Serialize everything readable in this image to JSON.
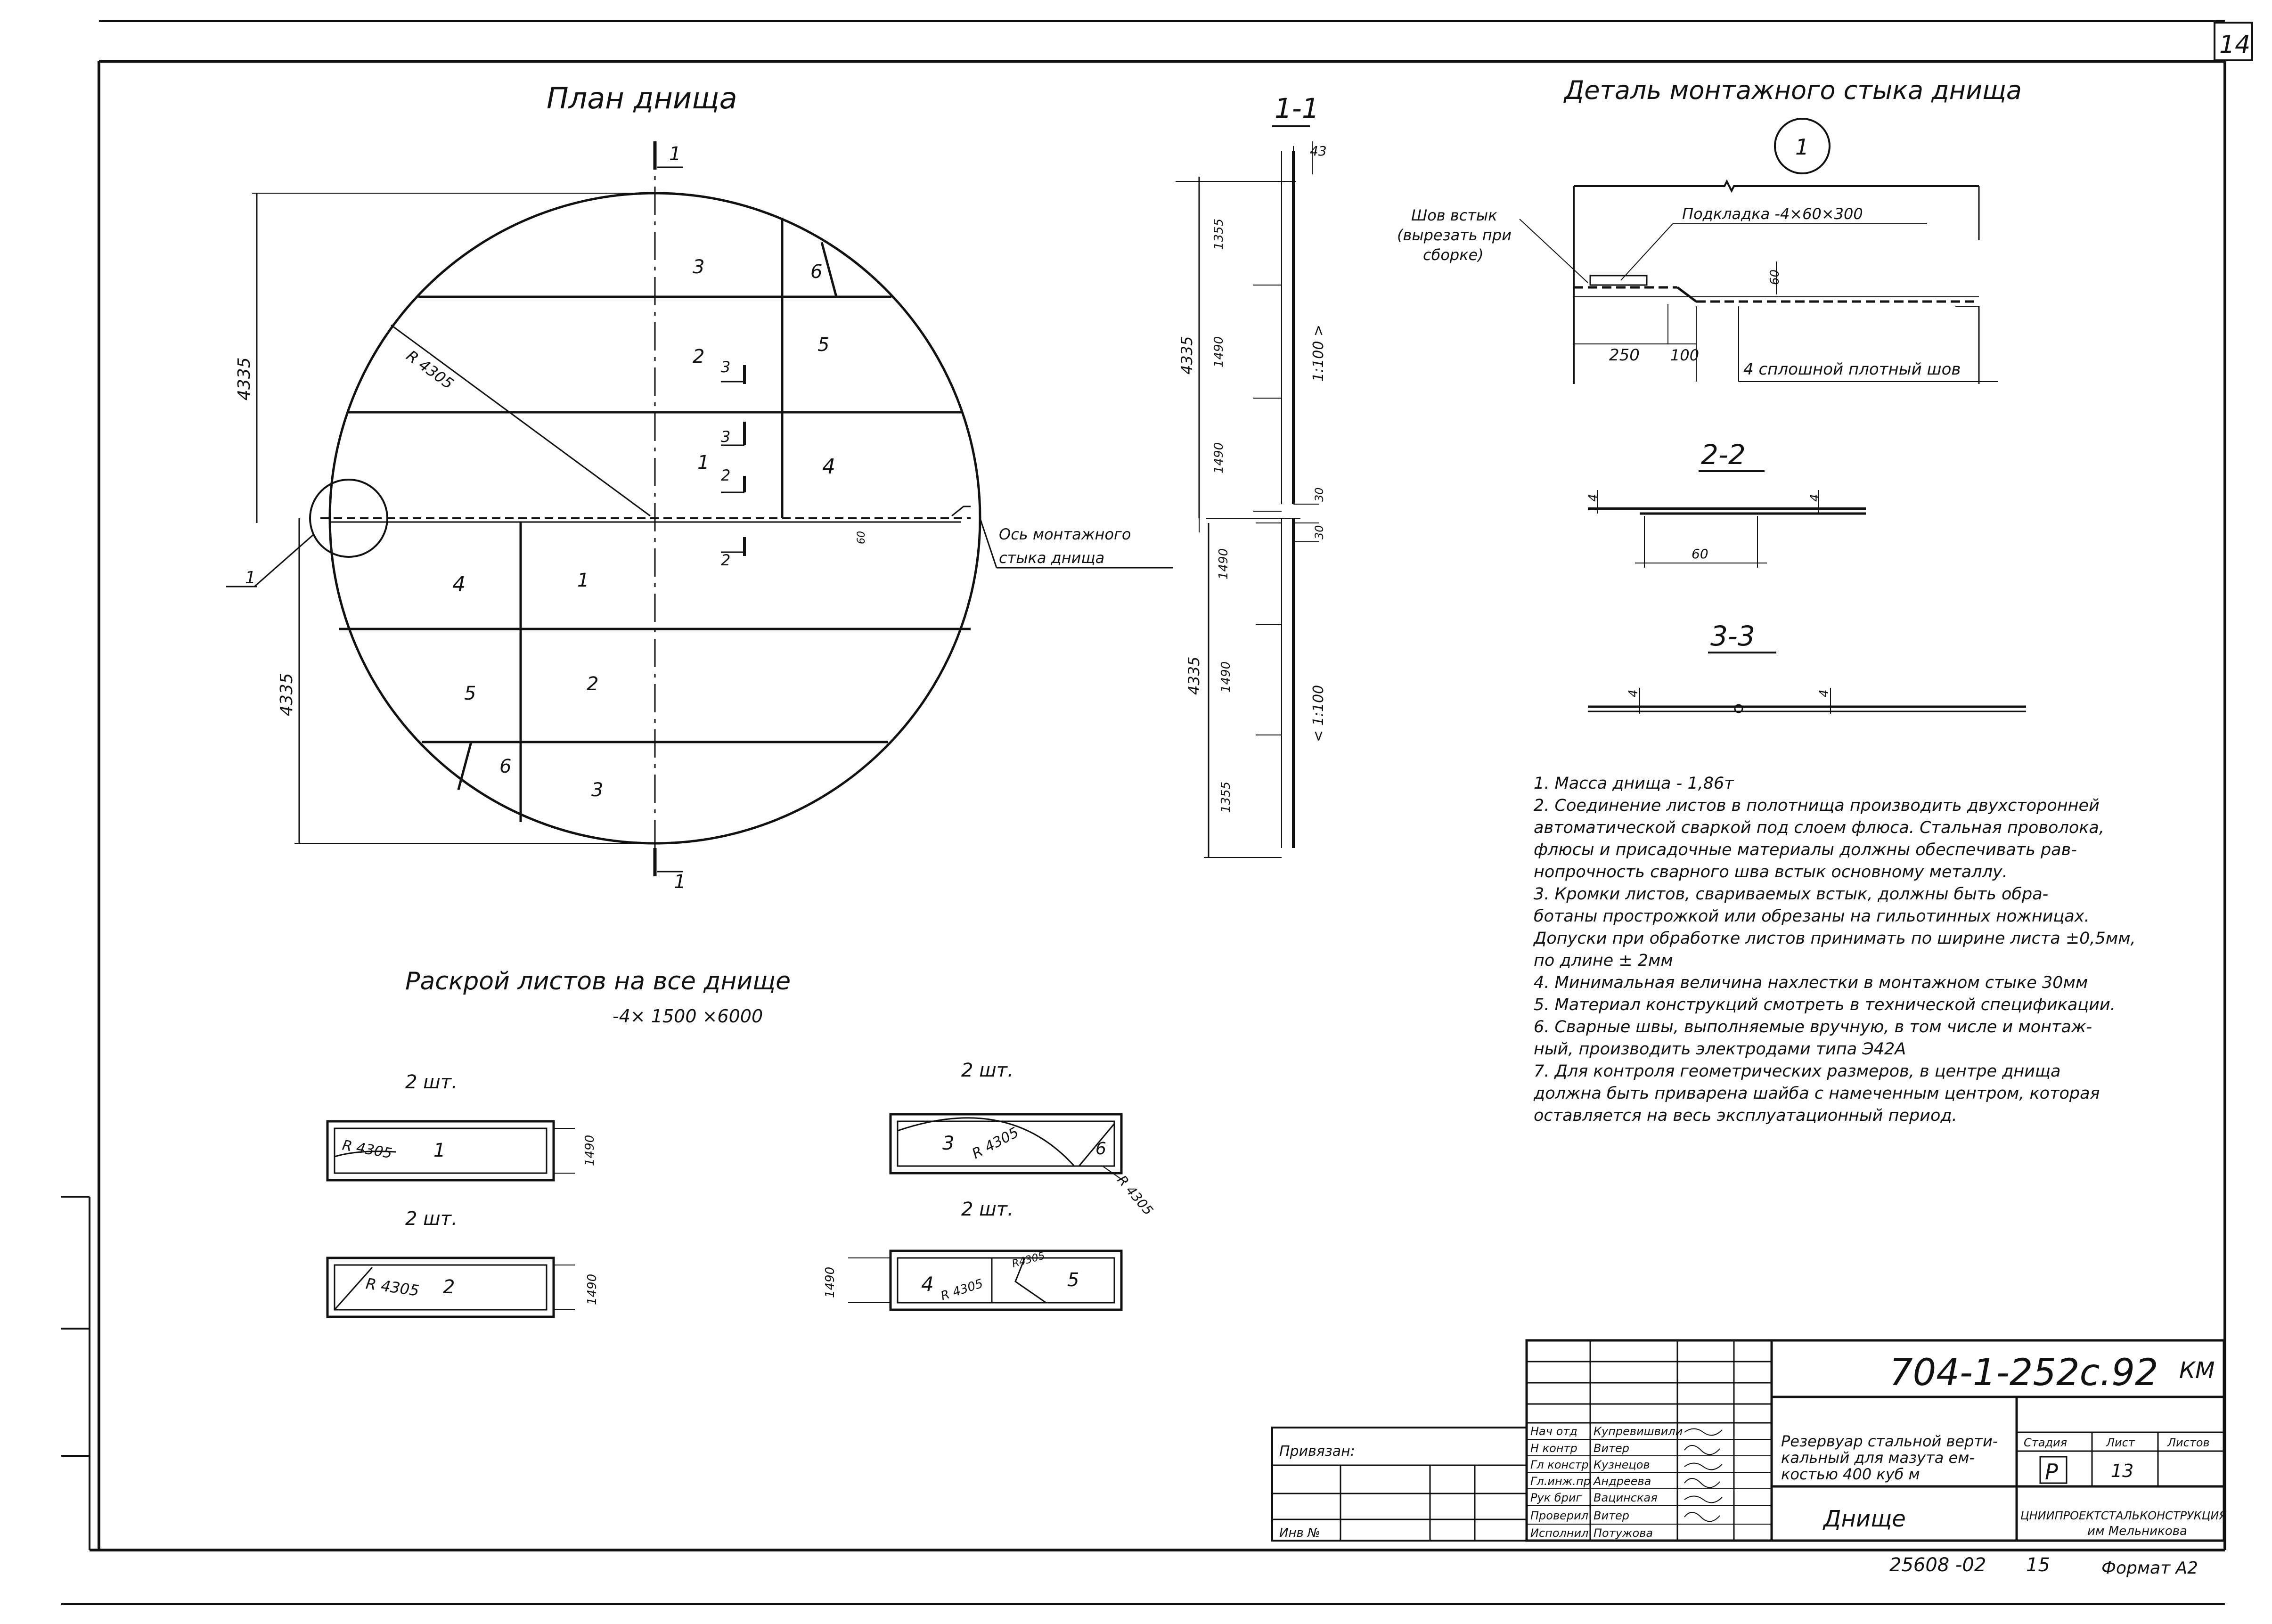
{
  "sheet": {
    "page_number": "14",
    "tb_number": "25608 -02",
    "tb_copy": "15",
    "format": "Формат А2"
  },
  "plan": {
    "title": "План днища",
    "cut_label": "1",
    "dim_upper": "4335",
    "dim_lower": "4335",
    "radius": "R 4305",
    "axis_label_line1": "Ось монтажного",
    "axis_label_line2": "стыка днища",
    "pointer_label": "1",
    "section_2": "2",
    "section_3": "3",
    "dim_60": "60",
    "sheets": {
      "top_3": "3",
      "top_6": "6",
      "mid_2": "2",
      "mid_5": "5",
      "up_1": "1",
      "up_4": "4",
      "lo_4": "4",
      "lo_1": "1",
      "lo_5": "5",
      "lo_2": "2",
      "lo_6": "6",
      "lo_3": "3"
    }
  },
  "section11": {
    "title": "1-1",
    "top_dim": "43",
    "total_upper": "4335",
    "total_lower": "4335",
    "d1355a": "1355",
    "d1490a": "1490",
    "d1490b": "1490",
    "d1490c": "1490",
    "d1490d": "1490",
    "d1355b": "1355",
    "d30a": "30",
    "d30b": "30",
    "slope_upper": "1:100 >",
    "slope_lower": "< 1:100"
  },
  "detail": {
    "title": "Деталь монтажного стыка днища",
    "number": "1",
    "weld_label_line1": "Шов встык",
    "weld_label_line2": "(вырезать при",
    "weld_label_line3": "сборке)",
    "backing": "Подкладка -4×60×300",
    "dim_60": "60",
    "dim_250": "250",
    "dim_100": "100",
    "cont_weld": "4 сплошной плотный шов"
  },
  "section22": {
    "title": "2-2",
    "t1": "4",
    "t2": "4",
    "w": "60"
  },
  "section33": {
    "title": "3-3",
    "t1": "4",
    "t2": "4"
  },
  "cutting": {
    "title": "Раскрой листов на все днище",
    "subtitle": "-4× 1500 ×6000",
    "qty1": "2 шт.",
    "qty2": "2 шт.",
    "qty3": "2 шт.",
    "qty4": "2 шт.",
    "strip1_r": "R 4305",
    "strip1_n": "1",
    "strip1_w": "1490",
    "strip2_r": "R 4305",
    "strip2_n": "2",
    "strip2_w": "1490",
    "strip3_n": "3",
    "strip3_r": "R 4305",
    "strip3_n6": "6",
    "strip3_r2": "R 4305",
    "strip4_w": "1490",
    "strip4_n": "4",
    "strip4_r": "R 4305",
    "strip4_r2": "R4305",
    "strip4_n5": "5"
  },
  "notes": [
    "1. Масса днища - 1,86т",
    "2. Соединение листов в полотнища производить двухсторонней",
    "автоматической сваркой под слоем флюса. Стальная проволока,",
    "флюсы и присадочные материалы должны обеспечивать рав-",
    "нопрочность сварного шва встык основному металлу.",
    "3. Кромки листов, свариваемых встык, должны быть обра-",
    "ботаны прострожкой или обрезаны на гильотинных ножницах.",
    "Допуски при обработке листов принимать по ширине листа ±0,5мм,",
    "по длине ± 2мм",
    "4. Минимальная величина нахлестки в монтажном стыке 30мм",
    "5. Материал конструкций смотреть в технической спецификации.",
    "6. Сварные швы, выполняемые вручную, в том числе и монтаж-",
    "ный, производить электродами типа Э42А",
    "7. Для контроля геометрических размеров, в центре днища",
    "должна быть приварена шайба с намеченным центром, которая",
    "оставляется на весь эксплуатационный период."
  ],
  "title_block": {
    "code": "704-1-252с.92",
    "mark": "КМ",
    "binding": "Привязан:",
    "inv": "Инв №",
    "roles": [
      "Нач отд",
      "Н контр",
      "Гл констр",
      "Гл.инж.пр",
      "Рук бриг",
      "Проверил",
      "Исполнил"
    ],
    "names": [
      "Купревишвили",
      "Витер",
      "Кузнецов",
      "Андреева",
      "Вацинская",
      "Витер",
      "Потужова"
    ],
    "project_line1": "Резервуар стальной верти-",
    "project_line2": "кальный для мазута ем-",
    "project_line3": "костью 400 куб м",
    "stage_head": "Стадия",
    "sheet_head": "Лист",
    "sheets_head": "Листов",
    "stage": "Р",
    "sheet": "13",
    "drawing": "Днище",
    "org_line1": "ЦНИИПРОЕКТСТАЛЬКОНСТРУКЦИЯ",
    "org_line2": "им Мельникова"
  }
}
